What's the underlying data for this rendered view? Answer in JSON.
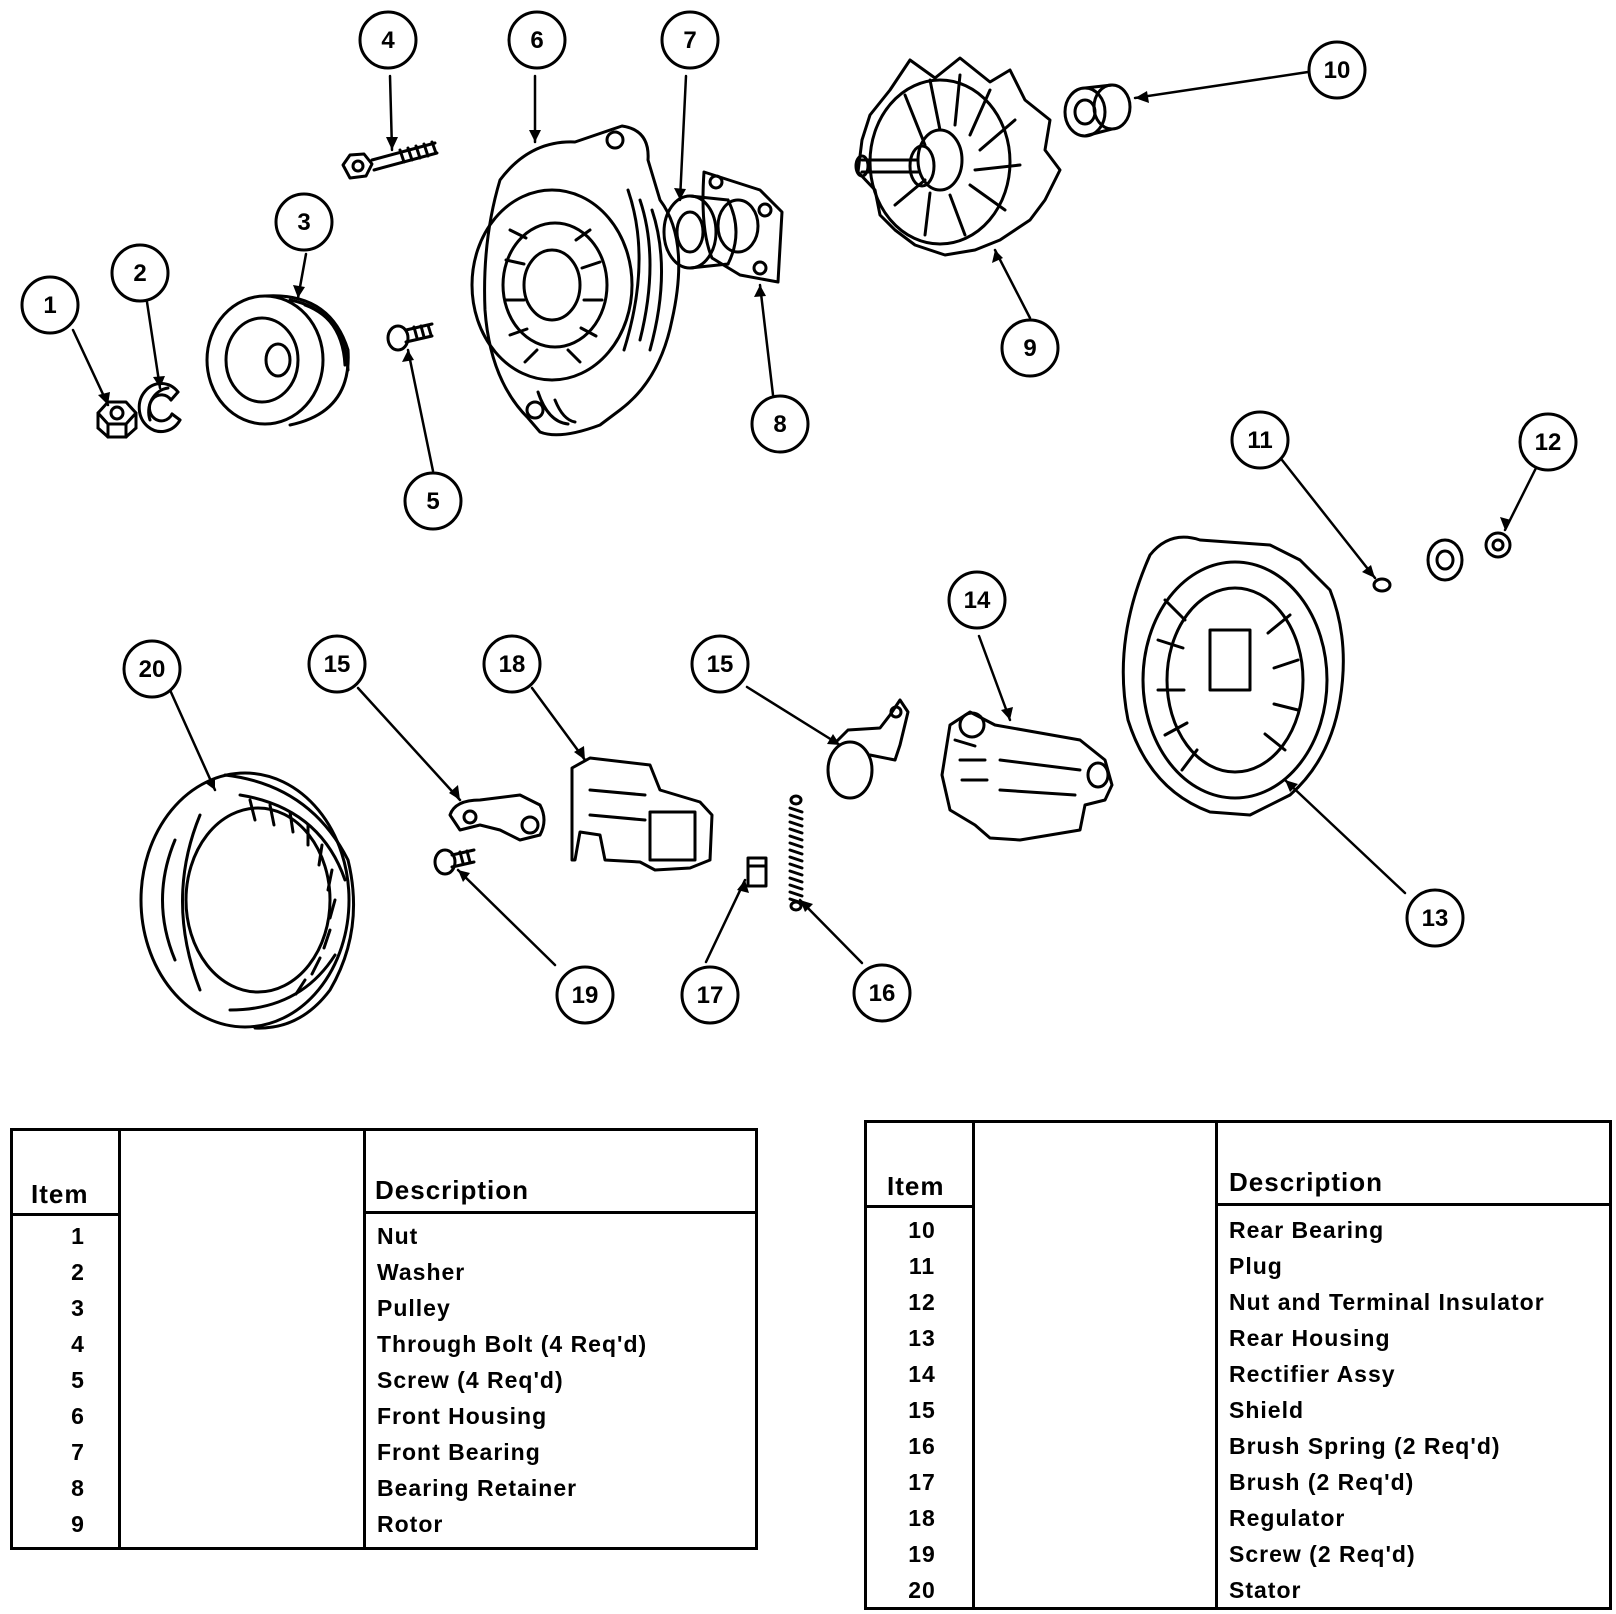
{
  "callouts": {
    "c1": "1",
    "c2": "2",
    "c3": "3",
    "c4": "4",
    "c5": "5",
    "c6": "6",
    "c7": "7",
    "c8": "8",
    "c9": "9",
    "c10": "10",
    "c11": "11",
    "c12": "12",
    "c13": "13",
    "c14": "14",
    "c15a": "15",
    "c15b": "15",
    "c16": "16",
    "c17": "17",
    "c18": "18",
    "c19": "19",
    "c20": "20"
  },
  "table_left": {
    "header_item": "Item",
    "header_description": "Description",
    "rows": [
      {
        "item": "1",
        "description": "Nut"
      },
      {
        "item": "2",
        "description": "Washer"
      },
      {
        "item": "3",
        "description": "Pulley"
      },
      {
        "item": "4",
        "description": "Through Bolt (4 Req'd)"
      },
      {
        "item": "5",
        "description": "Screw (4 Req'd)"
      },
      {
        "item": "6",
        "description": "Front Housing"
      },
      {
        "item": "7",
        "description": "Front Bearing"
      },
      {
        "item": "8",
        "description": "Bearing Retainer"
      },
      {
        "item": "9",
        "description": "Rotor"
      }
    ]
  },
  "table_right": {
    "header_item": "Item",
    "header_description": "Description",
    "rows": [
      {
        "item": "10",
        "description": "Rear Bearing"
      },
      {
        "item": "11",
        "description": "Plug"
      },
      {
        "item": "12",
        "description": "Nut and Terminal Insulator"
      },
      {
        "item": "13",
        "description": "Rear Housing"
      },
      {
        "item": "14",
        "description": "Rectifier Assy"
      },
      {
        "item": "15",
        "description": "Shield"
      },
      {
        "item": "16",
        "description": "Brush Spring (2 Req'd)"
      },
      {
        "item": "17",
        "description": "Brush (2 Req'd)"
      },
      {
        "item": "18",
        "description": "Regulator"
      },
      {
        "item": "19",
        "description": "Screw (2 Req'd)"
      },
      {
        "item": "20",
        "description": "Stator"
      }
    ]
  }
}
